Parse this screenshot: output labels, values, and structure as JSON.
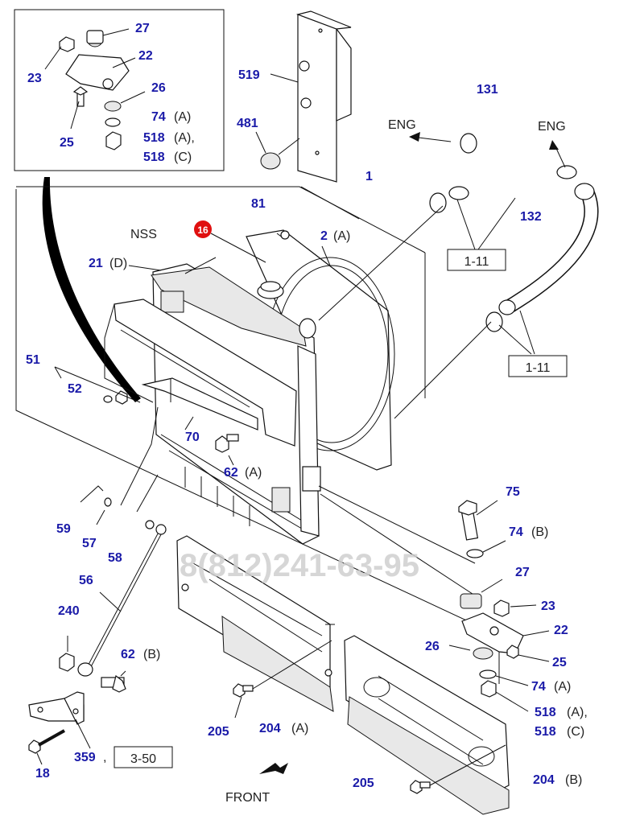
{
  "parts": [
    {
      "id": "c27a",
      "num": "27",
      "suffix": ""
    },
    {
      "id": "c22a",
      "num": "22",
      "suffix": ""
    },
    {
      "id": "c23a",
      "num": "23",
      "suffix": ""
    },
    {
      "id": "c26a",
      "num": "26",
      "suffix": ""
    },
    {
      "id": "c74a",
      "num": "74",
      "suffix": "(A)"
    },
    {
      "id": "c25a",
      "num": "25",
      "suffix": ""
    },
    {
      "id": "c518a1",
      "num": "518",
      "suffix": "(A),"
    },
    {
      "id": "c518c1",
      "num": "518",
      "suffix": "(C)"
    },
    {
      "id": "c519",
      "num": "519",
      "suffix": ""
    },
    {
      "id": "c481",
      "num": "481",
      "suffix": ""
    },
    {
      "id": "c1",
      "num": "1",
      "suffix": ""
    },
    {
      "id": "c81",
      "num": "81",
      "suffix": ""
    },
    {
      "id": "c2",
      "num": "2",
      "suffix": "(A)"
    },
    {
      "id": "c131",
      "num": "131",
      "suffix": ""
    },
    {
      "id": "c132",
      "num": "132",
      "suffix": ""
    },
    {
      "id": "c21",
      "num": "21",
      "suffix": "(D)"
    },
    {
      "id": "c51",
      "num": "51",
      "suffix": ""
    },
    {
      "id": "c52",
      "num": "52",
      "suffix": ""
    },
    {
      "id": "c70",
      "num": "70",
      "suffix": ""
    },
    {
      "id": "c62a",
      "num": "62",
      "suffix": "(A)"
    },
    {
      "id": "c59",
      "num": "59",
      "suffix": ""
    },
    {
      "id": "c57",
      "num": "57",
      "suffix": ""
    },
    {
      "id": "c58",
      "num": "58",
      "suffix": ""
    },
    {
      "id": "c56",
      "num": "56",
      "suffix": ""
    },
    {
      "id": "c240",
      "num": "240",
      "suffix": ""
    },
    {
      "id": "c62b",
      "num": "62",
      "suffix": "(B)"
    },
    {
      "id": "c18",
      "num": "18",
      "suffix": ""
    },
    {
      "id": "c359",
      "num": "359",
      "suffix": ","
    },
    {
      "id": "c75",
      "num": "75",
      "suffix": ""
    },
    {
      "id": "c74b",
      "num": "74",
      "suffix": "(B)"
    },
    {
      "id": "c27b",
      "num": "27",
      "suffix": ""
    },
    {
      "id": "c23b",
      "num": "23",
      "suffix": ""
    },
    {
      "id": "c22b",
      "num": "22",
      "suffix": ""
    },
    {
      "id": "c26b",
      "num": "26",
      "suffix": ""
    },
    {
      "id": "c25b",
      "num": "25",
      "suffix": ""
    },
    {
      "id": "c74a2",
      "num": "74",
      "suffix": "(A)"
    },
    {
      "id": "c518a2",
      "num": "518",
      "suffix": "(A),"
    },
    {
      "id": "c518c2",
      "num": "518",
      "suffix": "(C)"
    },
    {
      "id": "c205a",
      "num": "205",
      "suffix": ""
    },
    {
      "id": "c204a",
      "num": "204",
      "suffix": "(A)"
    },
    {
      "id": "c205b",
      "num": "205",
      "suffix": ""
    },
    {
      "id": "c204b",
      "num": "204",
      "suffix": "(B)"
    }
  ],
  "refs": {
    "r1": "1-11",
    "r2": "1-11",
    "r3": "3-50"
  },
  "labels": {
    "eng1": "ENG",
    "eng2": "ENG",
    "nss": "NSS",
    "front": "FRONT",
    "marker": "16"
  },
  "watermark": "8(812)241-63-95",
  "colors": {
    "part_number": "#1a1aa8",
    "marker": "#e01010"
  }
}
